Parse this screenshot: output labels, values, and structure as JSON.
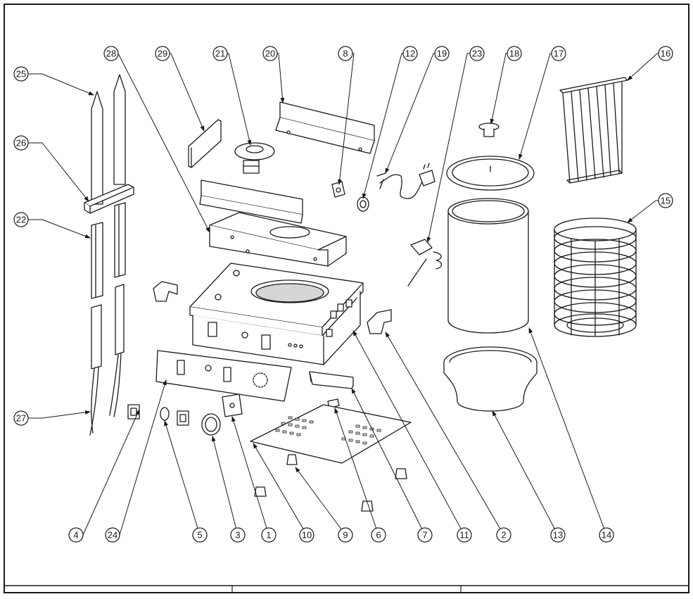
{
  "diagram": {
    "callouts": [
      "1",
      "2",
      "3",
      "4",
      "5",
      "6",
      "7",
      "8",
      "9",
      "10",
      "11",
      "12",
      "13",
      "14",
      "15",
      "16",
      "17",
      "18",
      "19",
      "20",
      "21",
      "22",
      "23",
      "24",
      "25",
      "26",
      "27",
      "28",
      "29"
    ]
  },
  "colors": {
    "stroke": "#1a1a1a",
    "background": "#ffffff",
    "part_fill": "#ffffff",
    "shade": "#d6d6d6"
  }
}
